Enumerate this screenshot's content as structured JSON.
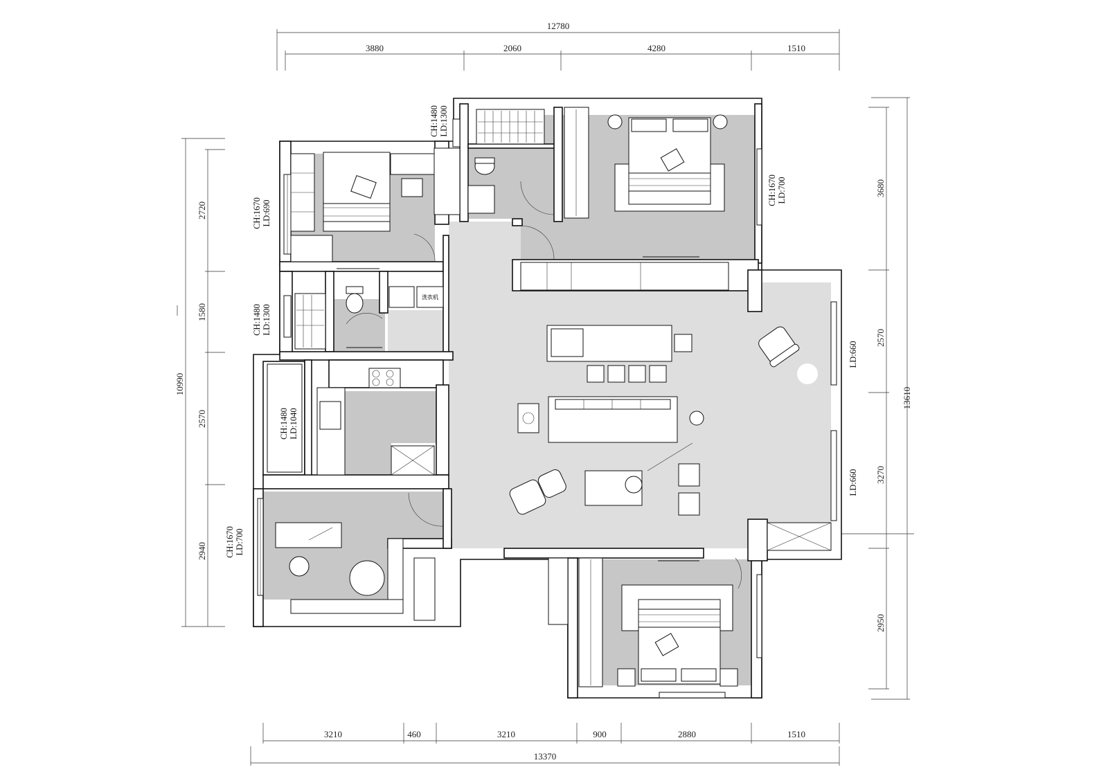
{
  "dimensions": {
    "top_total": "12780",
    "top": [
      "3880",
      "2060",
      "4280",
      "1510"
    ],
    "bottom_total": "13370",
    "bottom": [
      "3210",
      "460",
      "3210",
      "900",
      "2880",
      "1510"
    ],
    "left_total": "10990",
    "left": [
      "2720",
      "1580",
      "2570",
      "2940"
    ],
    "right_total": "13610",
    "right": [
      "3680",
      "2570",
      "3270",
      "2950"
    ]
  },
  "window_labels": {
    "bedroom_nw_ch": "CH:1670",
    "bedroom_nw_ld": "LD:690",
    "bath_north_ch": "CH:1480",
    "bath_north_ld": "LD:1300",
    "master_ch": "CH:1670",
    "master_ld": "LD:700",
    "bath_west_ch": "CH:1480",
    "bath_west_ld": "LD:1300",
    "kitchen_ch": "CH:1480",
    "kitchen_ld": "LD:1040",
    "study_ch": "CH:1670",
    "study_ld": "LD:700",
    "living_upper_ld": "LD:660",
    "living_lower_ld": "LD:660"
  },
  "appliance_labels": {
    "washer": "洗衣机"
  },
  "colors": {
    "wall": "#111111",
    "room_fill": "#c7c7c7",
    "living_fill": "#dedede"
  }
}
